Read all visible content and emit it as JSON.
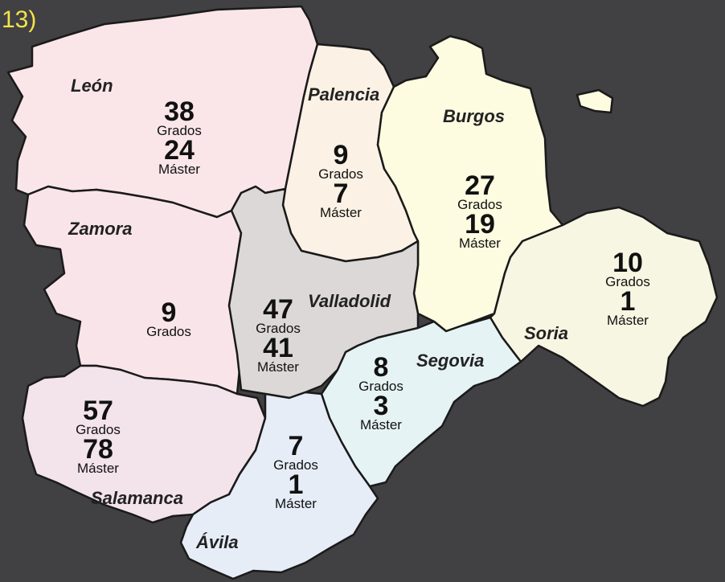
{
  "corner_label": "13)",
  "colors": {
    "background": "#414042",
    "border": "#1a1a1a",
    "leon": "#fae6e8",
    "palencia": "#fbf1e4",
    "burgos": "#fdfbe0",
    "zamora": "#f9e5e9",
    "valladolid": "#dcd8d8",
    "soria": "#f7f6e2",
    "salamanca": "#f3e3ea",
    "segovia": "#e6f3f5",
    "avila": "#e6edf7"
  },
  "provinces": {
    "leon": {
      "name": "León",
      "grados": "38",
      "grados_label": "Grados",
      "master": "24",
      "master_label": "Máster"
    },
    "palencia": {
      "name": "Palencia",
      "grados": "9",
      "grados_label": "Grados",
      "master": "7",
      "master_label": "Máster"
    },
    "burgos": {
      "name": "Burgos",
      "grados": "27",
      "grados_label": "Grados",
      "master": "19",
      "master_label": "Máster"
    },
    "zamora": {
      "name": "Zamora",
      "grados": "9",
      "grados_label": "Grados"
    },
    "valladolid": {
      "name": "Valladolid",
      "grados": "47",
      "grados_label": "Grados",
      "master": "41",
      "master_label": "Máster"
    },
    "soria": {
      "name": "Soria",
      "grados": "10",
      "grados_label": "Grados",
      "master": "1",
      "master_label": "Máster"
    },
    "salamanca": {
      "name": "Salamanca",
      "grados": "57",
      "grados_label": "Grados",
      "master": "78",
      "master_label": "Máster"
    },
    "segovia": {
      "name": "Segovia",
      "grados": "8",
      "grados_label": "Grados",
      "master": "3",
      "master_label": "Máster"
    },
    "avila": {
      "name": "Ávila",
      "grados": "7",
      "grados_label": "Grados",
      "master": "1",
      "master_label": "Máster"
    }
  }
}
